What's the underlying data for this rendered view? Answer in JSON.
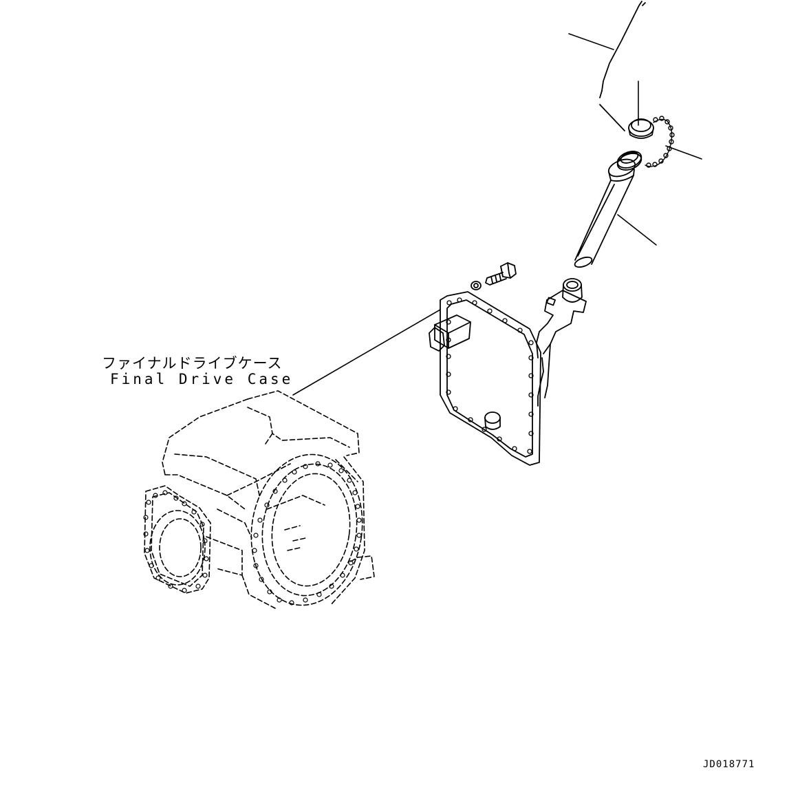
{
  "callout": {
    "japanese": "ファイナルドライブケース",
    "english": "Final Drive Case"
  },
  "figure_code": "JD018771",
  "colors": {
    "line": "#000000",
    "background": "#ffffff"
  }
}
